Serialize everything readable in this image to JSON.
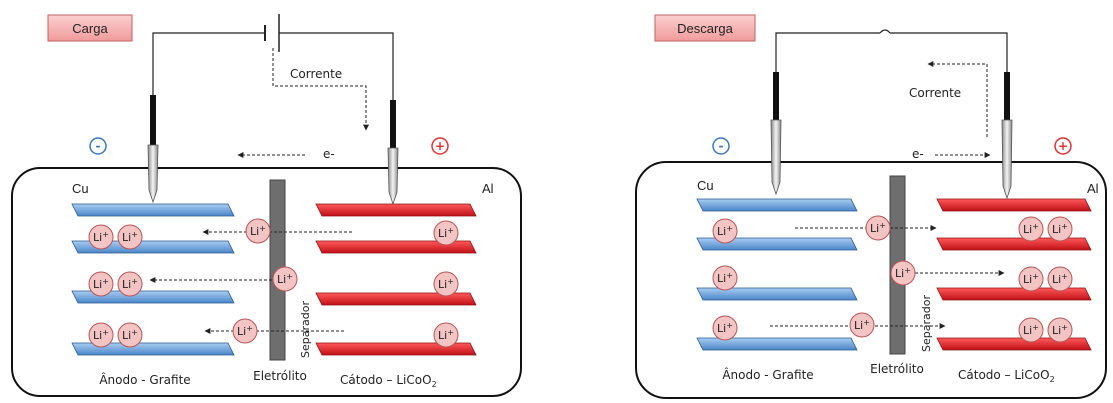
{
  "charge": {
    "title": "Carga",
    "current_label": "Corrente",
    "electron_label": "e-",
    "minus_sign": "-",
    "plus_sign": "+",
    "anode_metal": "Cu",
    "cathode_metal": "Al",
    "separator_label": "Separador",
    "electrolyte_label": "Eletrólito",
    "anode_label": "Ânodo - Grafite",
    "cathode_label": "Cátodo – LiCoO",
    "cathode_subscript": "2",
    "ion_label": "Li",
    "ion_charge": "+"
  },
  "discharge": {
    "title": "Descarga",
    "current_label": "Corrente",
    "electron_label": "e-",
    "minus_sign": "-",
    "plus_sign": "+",
    "anode_metal": "Cu",
    "cathode_metal": "Al",
    "separator_label": "Separador",
    "electrolyte_label": "Eletrólito",
    "anode_label": "Ânodo - Grafite",
    "cathode_label": "Cátodo – LiCoO",
    "cathode_subscript": "2",
    "ion_label": "Li",
    "ion_charge": "+"
  },
  "colors": {
    "anode_plate": "#5fa0e0",
    "cathode_plate": "#e8242c",
    "ion_fill": "#f2c4c4",
    "ion_stroke": "#b85555",
    "separator": "#707070",
    "title_box": "#f4a8a8",
    "minus_circle": "#3a78c0",
    "plus_circle": "#e03030"
  }
}
